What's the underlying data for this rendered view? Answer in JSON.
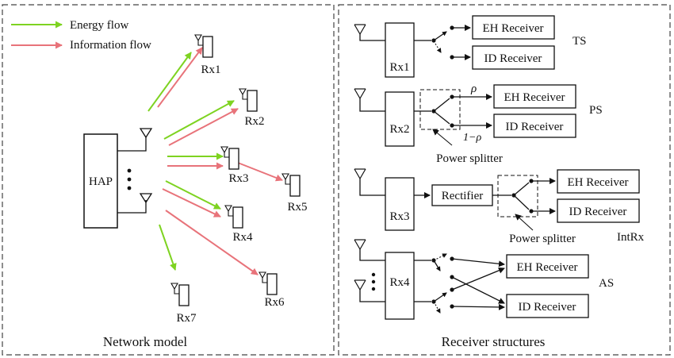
{
  "colors": {
    "energy": "#7ed321",
    "information": "#e8737a",
    "line": "#111111",
    "frame": "#444444"
  },
  "legend": {
    "energy": "Energy flow",
    "information": "Information flow"
  },
  "network": {
    "caption": "Network model",
    "hap": "HAP",
    "receivers": [
      "Rx1",
      "Rx2",
      "Rx3",
      "Rx4",
      "Rx5",
      "Rx6",
      "Rx7"
    ]
  },
  "structures": {
    "caption": "Receiver structures",
    "ts": {
      "rx": "Rx1",
      "eh": "EH Receiver",
      "id": "ID Receiver",
      "tag": "TS"
    },
    "ps": {
      "rx": "Rx2",
      "eh": "EH Receiver",
      "id": "ID Receiver",
      "tag": "PS",
      "rho": "ρ",
      "one_minus_rho": "1−ρ",
      "splitter": "Power splitter"
    },
    "intrx": {
      "rx": "Rx3",
      "rectifier": "Rectifier",
      "eh": "EH Receiver",
      "id": "ID Receiver",
      "tag": "IntRx",
      "splitter": "Power splitter"
    },
    "as": {
      "rx": "Rx4",
      "eh": "EH Receiver",
      "id": "ID Receiver",
      "tag": "AS"
    }
  }
}
